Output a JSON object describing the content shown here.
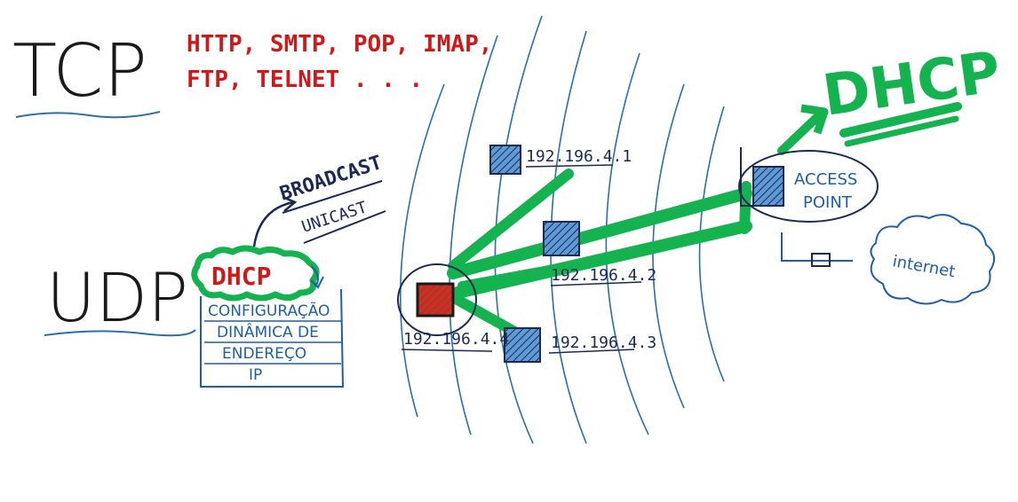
{
  "tcp": {
    "title": "TCP",
    "protocols_line1": "HTTP, SMTP, POP, IMAP,",
    "protocols_line2": "FTP, TELNET . . ."
  },
  "udp": {
    "title": "UDP",
    "dhcp": "DHCP",
    "broadcast": "BROADCAST",
    "unicast": "UNICAST",
    "description": [
      "CONFIGURAÇÃO",
      "DINÂMICA DE",
      "ENDEREÇO",
      "IP"
    ]
  },
  "network": {
    "ip_1": "192.196.4.1",
    "ip_2": "192.196.4.2",
    "ip_3": "192.196.4.3",
    "ip_4": "192.196.4.4",
    "access_point_1": "ACCESS",
    "access_point_2": "POINT",
    "internet": "internet",
    "dhcp_server": "DHCP"
  },
  "colors": {
    "ink": "#1a1a1a",
    "red": "#d01818",
    "navy": "#1b2a55",
    "blue": "#1f5fa8",
    "wave": "#2a6fa8",
    "green": "#14b350",
    "device_fill": "#3f7fc4"
  }
}
